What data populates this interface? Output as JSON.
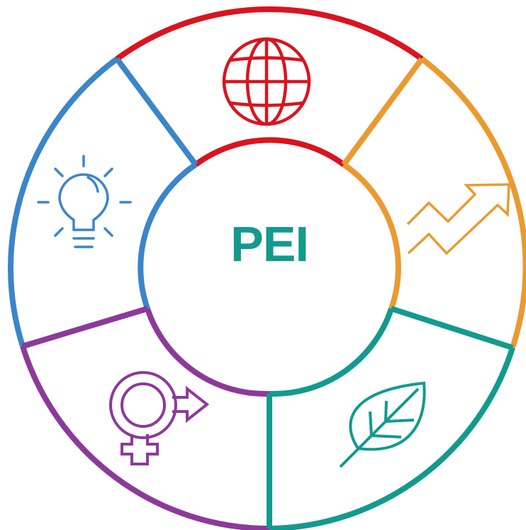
{
  "center": {
    "label": "PEI",
    "color": "#149a8c"
  },
  "segments": [
    {
      "id": "global",
      "icon": "globe-icon",
      "color": "#d9141f"
    },
    {
      "id": "growth",
      "icon": "trending-up-arrow-icon",
      "color": "#ea9a31"
    },
    {
      "id": "environment",
      "icon": "leaf-icon",
      "color": "#139a8e"
    },
    {
      "id": "gender",
      "icon": "gender-symbol-icon",
      "color": "#8c3a9a"
    },
    {
      "id": "innovation",
      "icon": "lightbulb-icon",
      "color": "#3b85c9"
    }
  ]
}
